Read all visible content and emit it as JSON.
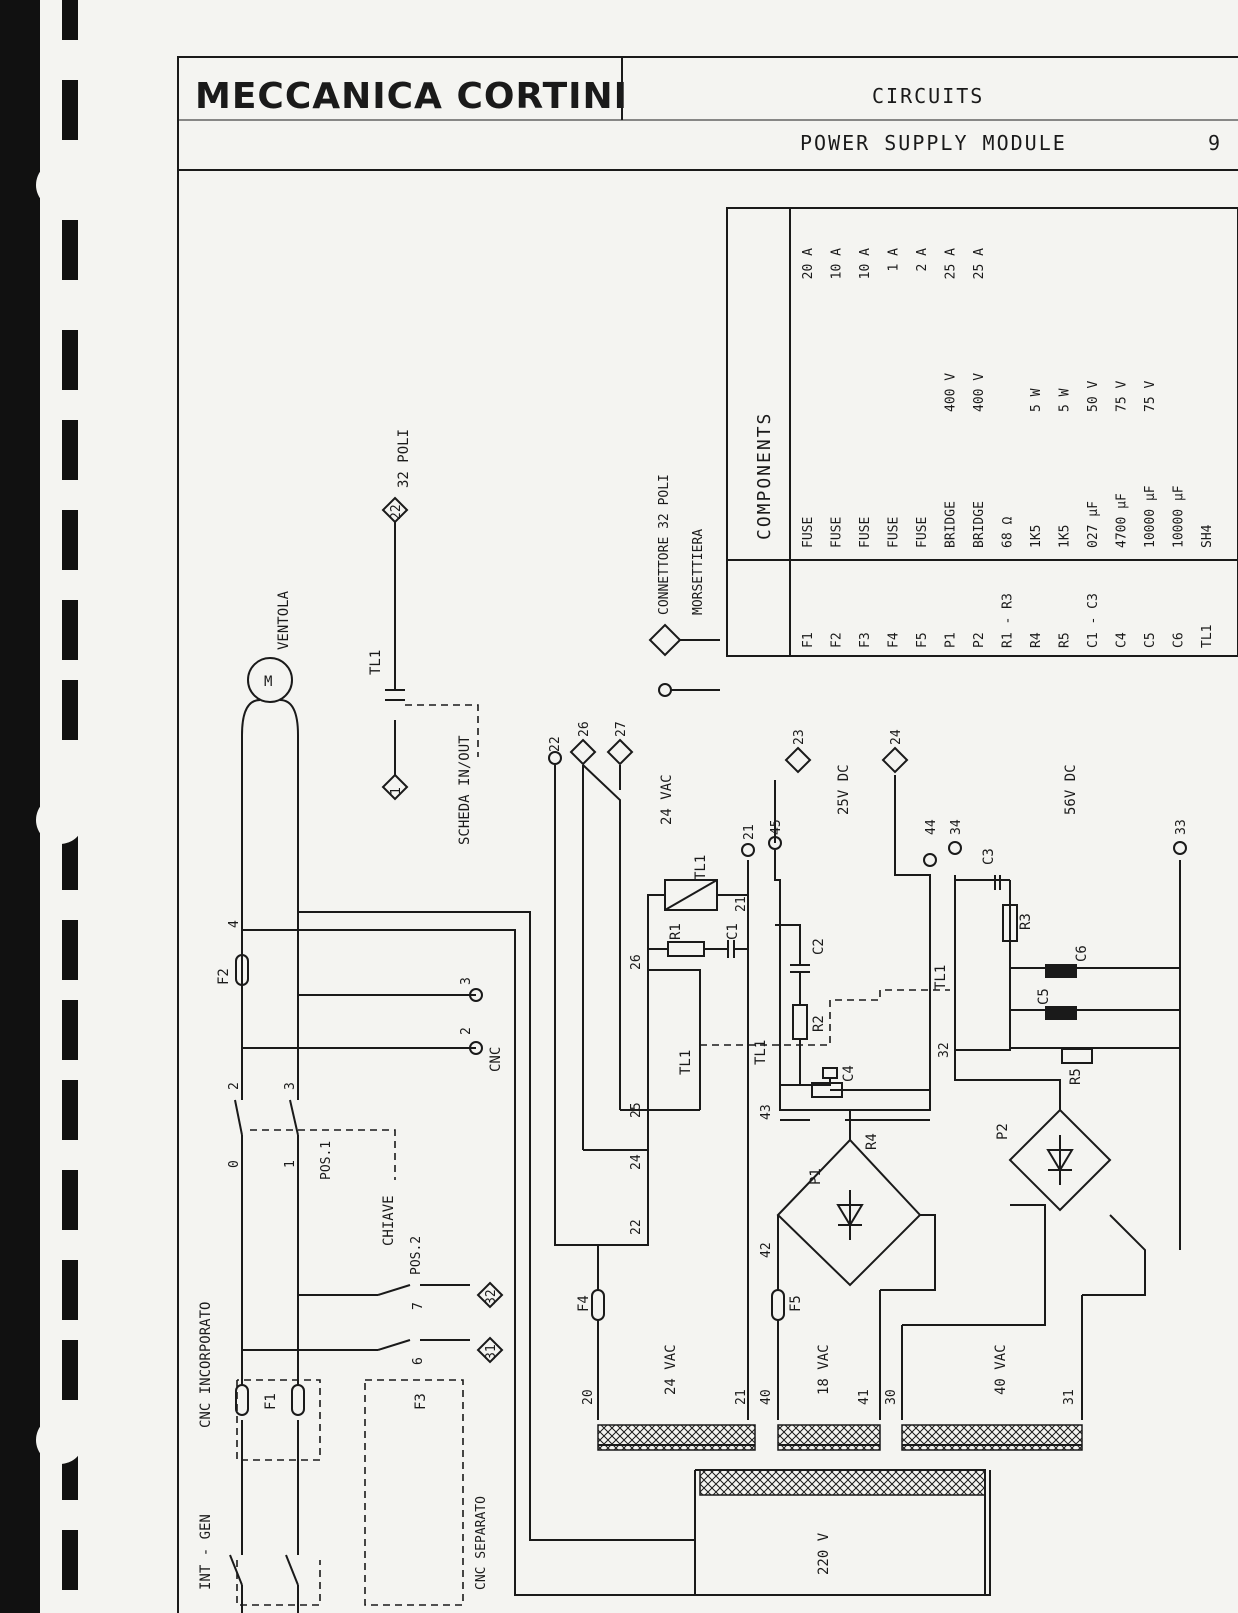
{
  "header": {
    "logo": "MECCANICA CORTINI",
    "section": "CIRCUITS",
    "title": "POWER SUPPLY MODULE",
    "page": "9"
  },
  "components": {
    "heading": "COMPONENTS",
    "rows": [
      {
        "ref": "F1",
        "type": "FUSE",
        "value": "",
        "rating": "20 A"
      },
      {
        "ref": "F2",
        "type": "FUSE",
        "value": "",
        "rating": "10 A"
      },
      {
        "ref": "F3",
        "type": "FUSE",
        "value": "",
        "rating": "10 A"
      },
      {
        "ref": "F4",
        "type": "FUSE",
        "value": "",
        "rating": "1 A"
      },
      {
        "ref": "F5",
        "type": "FUSE",
        "value": "",
        "rating": "2 A"
      },
      {
        "ref": "P1",
        "type": "BRIDGE",
        "value": "400 V",
        "rating": "25 A"
      },
      {
        "ref": "P2",
        "type": "BRIDGE",
        "value": "400 V",
        "rating": "25 A"
      },
      {
        "ref": "R1 - R3",
        "type": "68 Ω",
        "value": "",
        "rating": ""
      },
      {
        "ref": "R4",
        "type": "1K5",
        "value": "5 W",
        "rating": ""
      },
      {
        "ref": "R5",
        "type": "1K5",
        "value": "5 W",
        "rating": ""
      },
      {
        "ref": "C1 - C3",
        "type": "027 µF",
        "value": "50 V",
        "rating": ""
      },
      {
        "ref": "C4",
        "type": "4700 µF",
        "value": "75 V",
        "rating": ""
      },
      {
        "ref": "C5",
        "type": "10000 µF",
        "value": "75 V",
        "rating": ""
      },
      {
        "ref": "C6",
        "type": "10000 µF",
        "value": "",
        "rating": ""
      },
      {
        "ref": "TL1",
        "type": "SH4",
        "value": "",
        "rating": ""
      }
    ]
  },
  "legend": {
    "connector": "CONNETTORE 32 POLI",
    "terminal": "MORSETTIERA"
  },
  "labels": {
    "poli32": "32 POLI",
    "ventola": "VENTOLA",
    "motor": "M",
    "scheda": "SCHEDA IN/OUT",
    "tl1": "TL1",
    "vac24": "24 VAC",
    "vdc25": "25V DC",
    "vdc56": "56V DC",
    "cnc": "CNC",
    "chiave": "CHIAVE",
    "pos1": "POS.1",
    "pos2": "POS.2",
    "cnc_incorporato": "CNC INCORPORATO",
    "int_gen": "INT - GEN",
    "cnc_separato": "CNC SEPARATO",
    "v220": "220 V",
    "vac24b": "24 VAC",
    "vac18": "18 VAC",
    "vac40": "40 VAC",
    "f1": "F1",
    "f2": "F2",
    "f3": "F3",
    "f4": "F4",
    "f5": "F5",
    "r1": "R1",
    "r2": "R2",
    "r3": "R3",
    "r4": "R4",
    "r5": "R5",
    "c1": "C1",
    "c2": "C2",
    "c3": "C3",
    "c4": "C4",
    "c5": "C5",
    "c6": "C6",
    "p1": "P1",
    "p2": "P2",
    "n22": "22",
    "n26": "26",
    "n27": "27",
    "n23": "23",
    "n24": "24",
    "n1": "1",
    "n21": "21",
    "n45": "45",
    "n44": "44",
    "n34": "34",
    "n33": "33",
    "n32": "32",
    "n31": "31",
    "sw0": "0",
    "sw1": "1",
    "sw2": "2",
    "sw3": "3",
    "sw4": "4",
    "sw6": "6",
    "sw7": "7",
    "t2": "2",
    "t3": "3",
    "w20": "20",
    "w21": "21",
    "w40": "40",
    "w41": "41",
    "w30": "30",
    "w31": "31",
    "w42": "42",
    "w43": "43",
    "w22": "22",
    "w24": "24",
    "w25": "25",
    "w26": "26",
    "w21b": "21",
    "w32": "32",
    "tl1a": "TL1",
    "tl1b": "TL1",
    "tl1c": "TL1",
    "tl1d": "TL1"
  }
}
